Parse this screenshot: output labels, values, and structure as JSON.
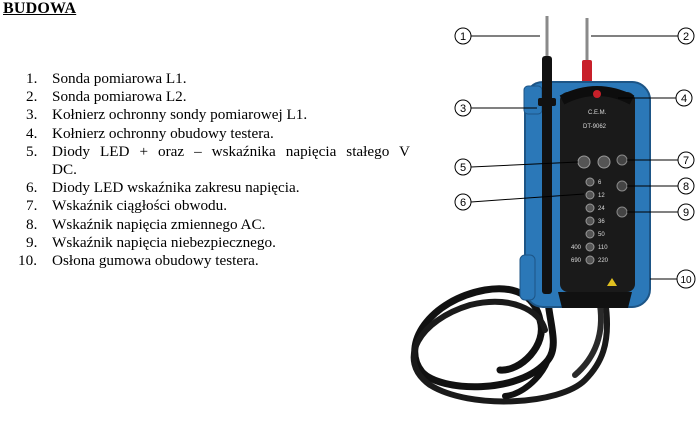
{
  "heading": "BUDOWA",
  "parts": [
    {
      "num": "1.",
      "text": "Sonda pomiarowa L1."
    },
    {
      "num": "2.",
      "text": "Sonda pomiarowa L2."
    },
    {
      "num": "3.",
      "text": "Kołnierz ochronny sondy pomiarowej L1."
    },
    {
      "num": "4.",
      "text": "Kołnierz ochronny obudowy testera."
    },
    {
      "num": "5.",
      "text": "Diody LED + oraz – wskaźnika napięcia stałego V",
      "cont": "DC."
    },
    {
      "num": "6.",
      "text": "Diody LED wskaźnika zakresu napięcia."
    },
    {
      "num": "7.",
      "text": "Wskaźnik ciągłości obwodu."
    },
    {
      "num": "8.",
      "text": "Wskaźnik napięcia zmiennego AC."
    },
    {
      "num": "9.",
      "text": "Wskaźnik napięcia niebezpiecznego."
    },
    {
      "num": "10.",
      "text": "Osłona gumowa obudowy testera."
    }
  ],
  "figure": {
    "callouts": [
      "1",
      "2",
      "3",
      "4",
      "5",
      "6",
      "7",
      "8",
      "9",
      "10"
    ],
    "device": {
      "brand": "C.E.M.",
      "model": "DT-9062",
      "range_labels": [
        "6",
        "12",
        "24",
        "36",
        "50",
        "110",
        "220"
      ],
      "left_labels": [
        "400",
        "690"
      ]
    },
    "colors": {
      "housing": "#2b78b8",
      "housing_dark": "#1d5586",
      "face": "#1a1a1a",
      "probe_red": "#c8202a",
      "probe_black": "#111111"
    }
  }
}
